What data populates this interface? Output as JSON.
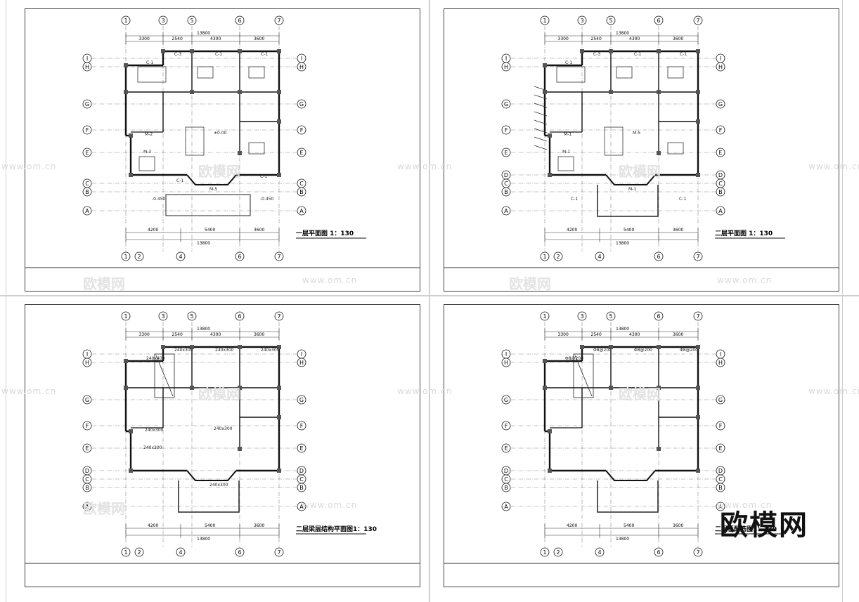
{
  "sheets": [
    {
      "title": "一层平面图 1：130",
      "grid_top": [
        "1",
        "3",
        "5",
        "6",
        "7"
      ],
      "grid_bottom": [
        "1",
        "2",
        "4",
        "6",
        "7"
      ],
      "grid_rows": [
        "I",
        "H",
        "G",
        "F",
        "E",
        "C",
        "B",
        "A"
      ],
      "total": "13800",
      "dims_top": [
        "3300",
        "2540",
        "4300",
        "3600"
      ],
      "dims_bottom": [
        "4200",
        "5400",
        "3600"
      ],
      "labels": [
        "C-1",
        "C-3",
        "C-1",
        "C-1",
        "M-2",
        "M-3",
        "M-5",
        "±0.00",
        "-0.450",
        "-0.450",
        "C-1",
        "C-1"
      ]
    },
    {
      "title": "二层平面图 1：130",
      "grid_top": [
        "1",
        "3",
        "5",
        "6",
        "7"
      ],
      "grid_bottom": [
        "1",
        "2",
        "4",
        "6",
        "7"
      ],
      "grid_rows": [
        "I",
        "H",
        "G",
        "F",
        "E",
        "D",
        "C",
        "B",
        "A"
      ],
      "total": "13800",
      "dims_top": [
        "3300",
        "2540",
        "4300",
        "3600"
      ],
      "dims_bottom": [
        "4200",
        "5400",
        "3600"
      ],
      "labels": [
        "C-1",
        "C-3",
        "C-1",
        "C-1",
        "M-1",
        "M-1",
        "M-1",
        "M-5",
        "C-1",
        "C-1"
      ]
    },
    {
      "title": "二层梁层结构平面图1：130",
      "grid_top": [
        "1",
        "3",
        "5",
        "6",
        "7"
      ],
      "grid_bottom": [
        "1",
        "2",
        "4",
        "6",
        "7"
      ],
      "grid_rows": [
        "I",
        "H",
        "G",
        "F",
        "E",
        "D",
        "C",
        "B",
        "A"
      ],
      "total": "13800",
      "dims_top": [
        "3300",
        "2540",
        "4300",
        "3600"
      ],
      "dims_bottom": [
        "4200",
        "5400",
        "3600"
      ],
      "labels": [
        "240x400",
        "240x300",
        "240x300",
        "240x300",
        "240x300",
        "240x300",
        "240x300",
        "240x300"
      ]
    },
    {
      "title": "二层板配筋图1：130",
      "grid_top": [
        "1",
        "3",
        "5",
        "6",
        "7"
      ],
      "grid_bottom": [
        "1",
        "2",
        "4",
        "6",
        "7"
      ],
      "grid_rows": [
        "I",
        "H",
        "G",
        "F",
        "E",
        "D",
        "C",
        "B",
        "A"
      ],
      "total": "13800",
      "dims_top": [
        "3300",
        "2540",
        "4300",
        "3600"
      ],
      "dims_bottom": [
        "4200",
        "5400",
        "3600"
      ],
      "labels": [
        "Φ8@200",
        "Φ8@200",
        "Φ8@200",
        "Φ8@200"
      ]
    }
  ],
  "watermark": {
    "site": "www.om.cn",
    "name": "欧模网"
  },
  "brand": "欧模网"
}
